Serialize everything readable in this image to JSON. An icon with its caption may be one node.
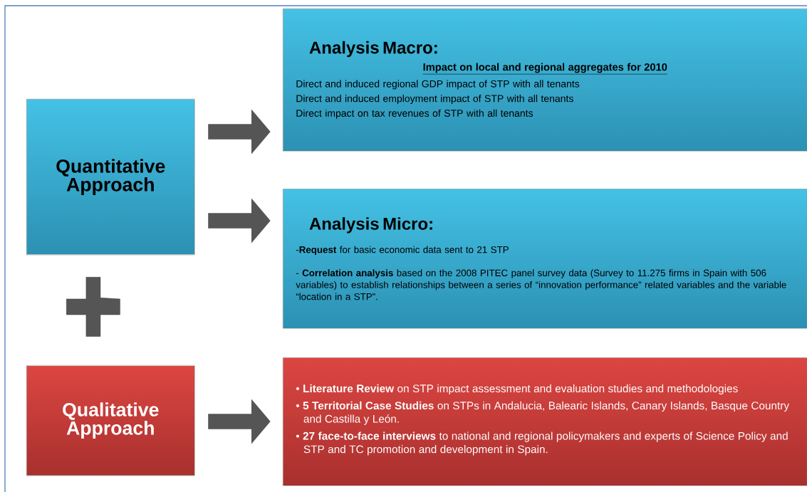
{
  "diagram": {
    "nodes": [
      {
        "text": [
          "Quantitative Approach"
        ]
      },
      {
        "text": [
          "Analysis Macro:",
          "Impact on local and regional aggregates for 2010",
          "Direct and induced regional GDP impact of STP with all tenants",
          "Direct and induced employment impact of STP with all tenants",
          "Direct impact on tax revenues of STP with all tenants"
        ]
      },
      {
        "text": [
          "Analysis Micro:",
          "-**Request** for basic economic data sent to 21 STP",
          "- **Correlation analysis** based on the 2008 PITEC panel survey data (Survey to 11.275 firms in Spain with 506 variables) to establish relationships between a series of “innovation performance” related variables and the variable “location in a STP”."
        ]
      },
      {
        "text": [],
        "shape": "plus"
      },
      {
        "text": [
          "Qualitative Approach"
        ]
      },
      {
        "text": [
          "• **Literature Review** on STP impact assessment and evaluation studies and methodologies",
          "• **5 Territorial Case Studies** on STPs in Andalucia, Balearic Islands, Canary Islands, Basque Country and Castilla y León.",
          "• **27 face-to-face interviews** to national and regional policymakers and experts of Science Policy and STP and TC promotion and development in Spain."
        ]
      }
    ],
    "edges": [
      {
        "from": 0,
        "to": 1,
        "arrow": "to"
      },
      {
        "from": 0,
        "to": 2,
        "arrow": "to"
      },
      {
        "from": 4,
        "to": 5,
        "arrow": "to"
      }
    ]
  }
}
